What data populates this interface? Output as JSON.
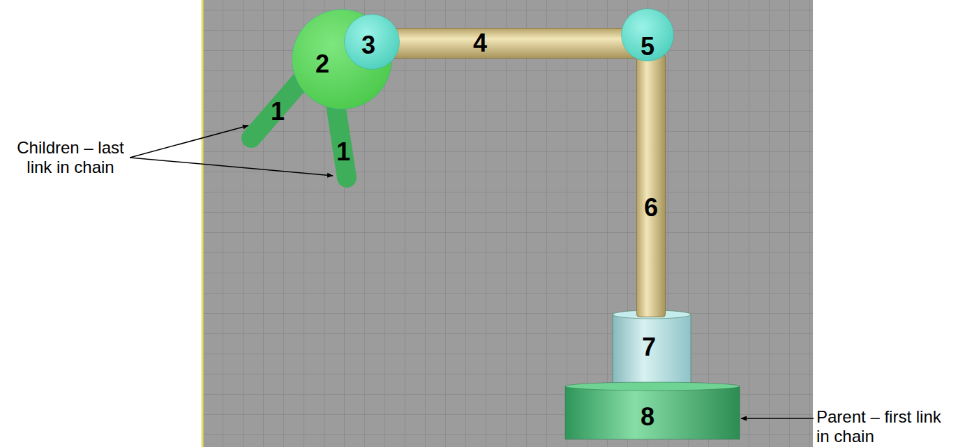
{
  "diagram": {
    "nodes": [
      {
        "text": [
          "3"
        ]
      },
      {
        "text": [
          "4"
        ]
      },
      {
        "text": [
          "5"
        ]
      },
      {
        "text": [
          "2"
        ]
      },
      {
        "text": [
          "1"
        ]
      },
      {
        "text": [
          "1"
        ]
      },
      {
        "text": [
          "6"
        ]
      },
      {
        "text": [
          "7"
        ]
      },
      {
        "text": [
          "8"
        ]
      }
    ],
    "labels": [
      "Children – last link in chain",
      "Parent – first link in chain"
    ]
  }
}
